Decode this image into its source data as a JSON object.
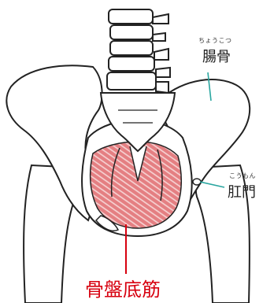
{
  "labels": {
    "ilium": {
      "text": "腸骨",
      "ruby": "ちょうこつ"
    },
    "anus": {
      "text": "肛門",
      "ruby": "こうもん"
    },
    "pelvic_floor": {
      "text": "骨盤底筋"
    }
  },
  "colors": {
    "bone_fill": "#ffffff",
    "outline": "#222222",
    "leader": "#2aa6a0",
    "muscle_base": "#e58a8a",
    "muscle_fiber": "#f6d4d4",
    "accent_red": "#d7000f"
  }
}
